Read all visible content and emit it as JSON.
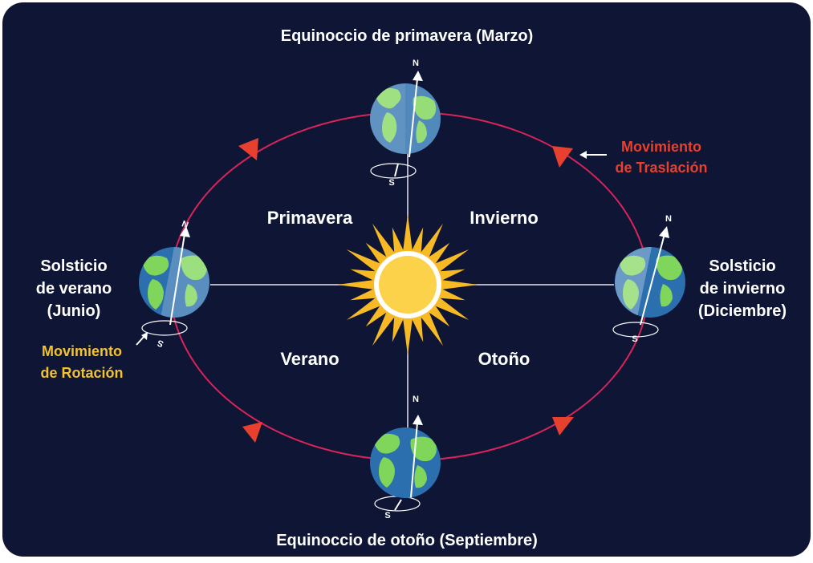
{
  "colors": {
    "background": "#0f1535",
    "orbit": "#d8245a",
    "arrow": "#e8402e",
    "sun": "#f7b924",
    "sun_core": "#fcd24a",
    "ocean": "#2b6fae",
    "land": "#7fd65a",
    "label_red": "#e8402e",
    "label_yellow": "#f2c230"
  },
  "labels": {
    "spring_equinox": "Equinoccio de primavera (Marzo)",
    "autumn_equinox": "Equinoccio de otoño (Septiembre)",
    "summer_solstice": [
      "Solsticio",
      "de verano",
      "(Junio)"
    ],
    "winter_solstice": [
      "Solsticio",
      "de invierno",
      "(Diciembre)"
    ],
    "translation": [
      "Movimiento",
      "de Traslación"
    ],
    "rotation": [
      "Movimiento",
      "de Rotación"
    ]
  },
  "seasons": {
    "top_left": "Primavera",
    "top_right": "Invierno",
    "bottom_left": "Verano",
    "bottom_right": "Otoño"
  },
  "poles": {
    "north": "N",
    "south": "S"
  },
  "icons": {
    "sun": "sun-icon",
    "earth": "earth-globe-icon",
    "orbit_arrow": "triangle-arrow-icon"
  }
}
